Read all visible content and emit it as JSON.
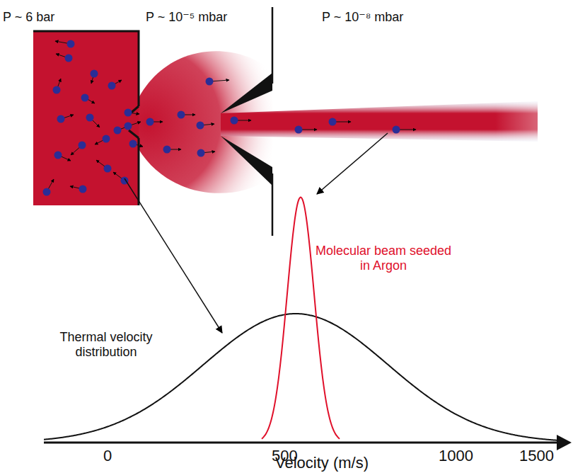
{
  "diagram": {
    "labels": [
      "P ~ 6 bar",
      "P ~ 10⁻⁵ mbar",
      "P ~ 10⁻⁸ mbar",
      "Molecular beam seeded in Argon",
      "Thermal velocity distribution",
      "0",
      "500",
      "1000",
      "1500",
      "Velocity (m/s)"
    ]
  }
}
